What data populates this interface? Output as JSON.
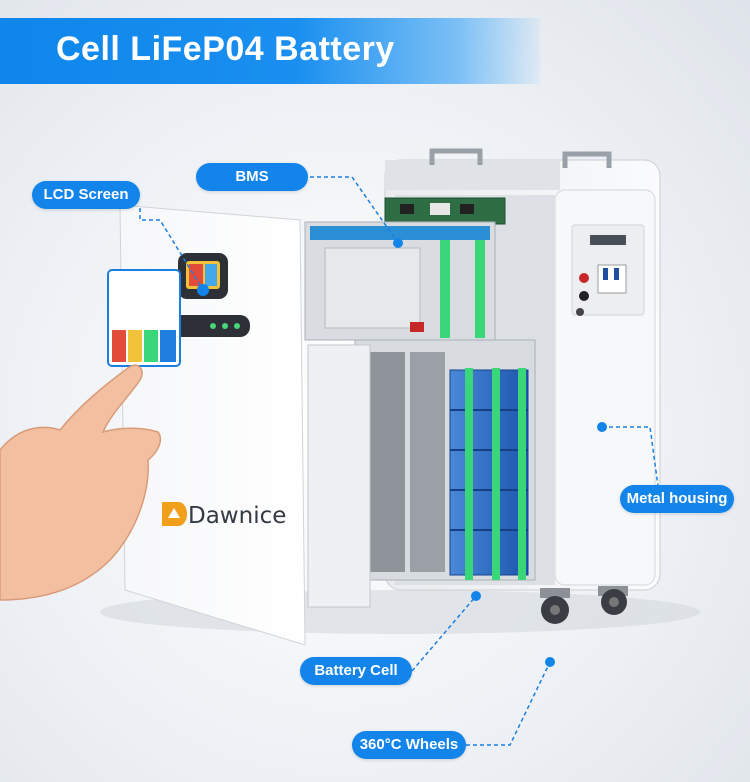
{
  "banner": {
    "title": "Cell LiFeP04 Battery"
  },
  "brand": {
    "name": "Dawnice"
  },
  "labels": {
    "bms": "BMS",
    "lcd": "LCD Screen",
    "metal": "Metal housing",
    "cell": "Battery Cell",
    "wheels": "360°C Wheels"
  },
  "colors": {
    "accent": "#1384ea",
    "cell_blue": "#1f5fb8",
    "strap_green": "#3ad67a",
    "brand_orange": "#f2a01c"
  },
  "icons": [
    "hand-pointer-icon",
    "lcd-display-icon",
    "dawnice-logo-icon"
  ]
}
